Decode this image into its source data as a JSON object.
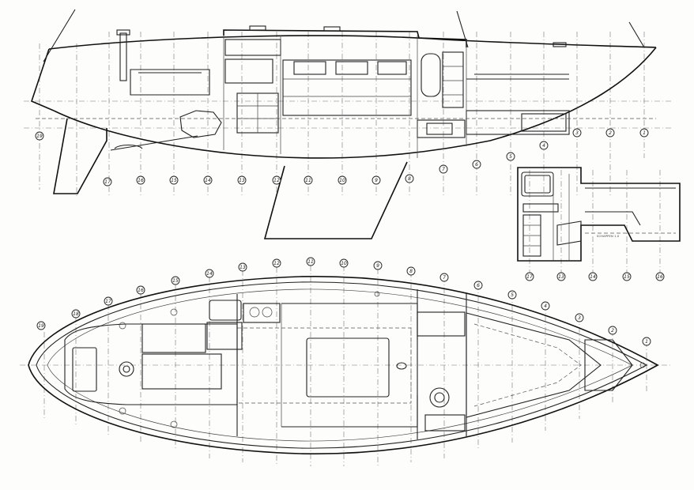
{
  "profile_stations": [
    "19",
    "17",
    "16",
    "15",
    "14",
    "13",
    "12",
    "11",
    "10",
    "9",
    "8",
    "7",
    "6",
    "5",
    "4",
    "3",
    "2",
    "1"
  ],
  "plan_stations": [
    "19",
    "18",
    "17",
    "16",
    "15",
    "14",
    "13",
    "12",
    "11",
    "10",
    "9",
    "8",
    "7",
    "6",
    "5",
    "4",
    "3",
    "2",
    "1"
  ],
  "section_stations": [
    "17",
    "13",
    "14",
    "15",
    "16"
  ],
  "section_note": "SCHAPPEN 1.0"
}
